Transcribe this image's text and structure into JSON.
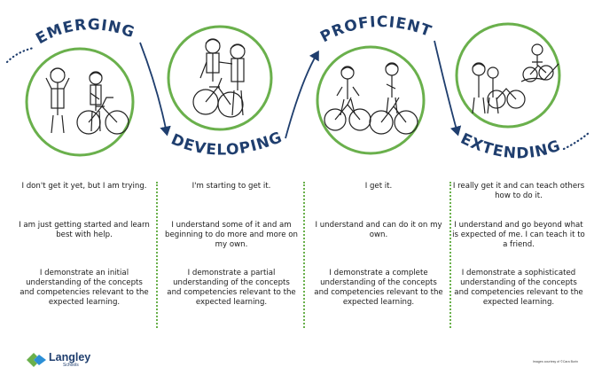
{
  "stages": [
    {
      "title": "EMERGING",
      "p1": "I don't get it yet, but I am trying.",
      "p2": "I am just getting started and learn best with help.",
      "p3": "I demonstrate an initial understanding of the concepts and competencies relevant to the expected learning."
    },
    {
      "title": "DEVELOPING",
      "p1": "I'm starting to get it.",
      "p2": "I understand some of it and am beginning to do more and more on my own.",
      "p3": "I demonstrate a partial understanding of the concepts and competencies relevant to the expected learning."
    },
    {
      "title": "PROFICIENT",
      "p1": "I get it.",
      "p2": "I understand and can do it on my own.",
      "p3": "I demonstrate a complete understanding of the concepts and competencies relevant to the expected learning."
    },
    {
      "title": "EXTENDING",
      "p1": "I really get it and can teach others how to do it.",
      "p2": "I understand and go beyond what is expected of me. I can teach it to a friend.",
      "p3": "I demonstrate a sophisticated understanding of the concepts and competencies relevant to the expected learning."
    }
  ],
  "logo": {
    "name": "Langley",
    "sub": "Schools"
  },
  "credit": "Images courtesy of ©Cara Burin",
  "colors": {
    "navy": "#1f3e6e",
    "green": "#6ab04c",
    "logo_blue": "#2b8fd6"
  }
}
